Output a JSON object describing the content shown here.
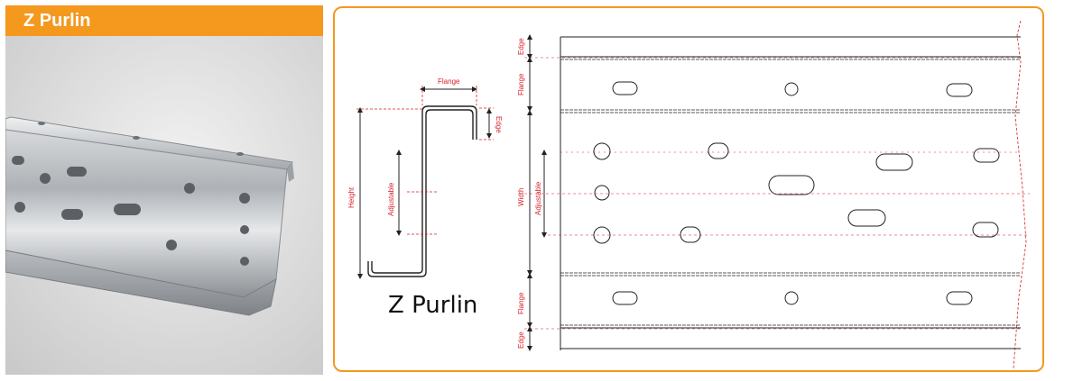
{
  "photo": {
    "title": "Z Purlin"
  },
  "profile": {
    "caption": "Z Purlin",
    "labels": {
      "flange": "Flange",
      "edge": "Edge",
      "height": "Height",
      "adjustable": "Adjustable"
    }
  },
  "sheet": {
    "labels": {
      "edge_top": "Edge",
      "flange_top": "Flange",
      "width": "Width",
      "adjustable": "Adjustable",
      "flange_bottom": "Flange",
      "edge_bottom": "Edge"
    }
  },
  "colors": {
    "accent": "#f4981e",
    "dimension": "#d51f26",
    "line": "#222222"
  }
}
